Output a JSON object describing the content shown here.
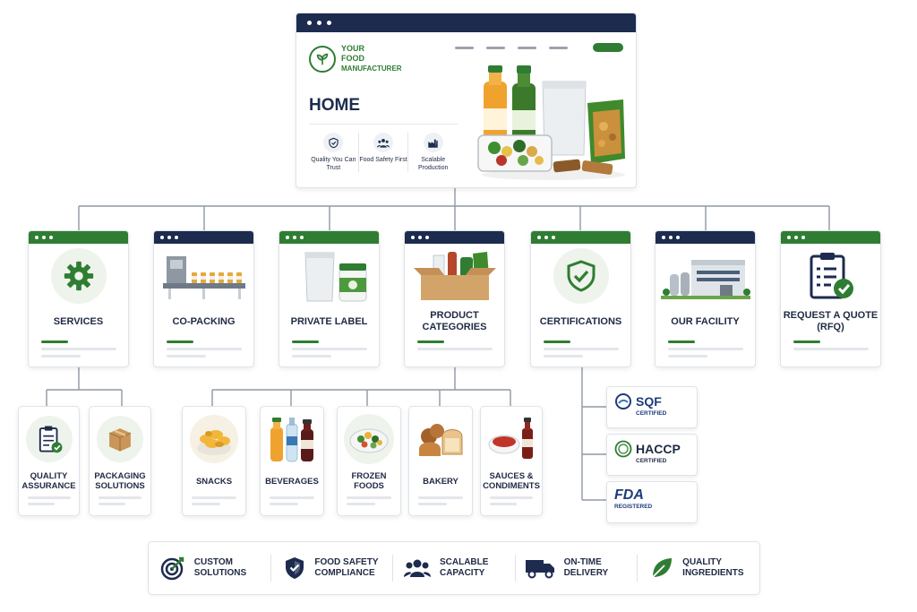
{
  "home": {
    "brand_line1": "YOUR",
    "brand_line2": "FOOD",
    "brand_line3": "MANUFACTURER",
    "title": "HOME",
    "features": [
      {
        "label": "Quality You Can Trust",
        "icon": "shield-check-icon"
      },
      {
        "label": "Food Safety First",
        "icon": "people-icon"
      },
      {
        "label": "Scalable Production",
        "icon": "factory-icon"
      }
    ]
  },
  "sections": [
    {
      "label": "SERVICES",
      "bar": "green",
      "icon": "gear-icon"
    },
    {
      "label": "CO-PACKING",
      "bar": "navy",
      "icon": "conveyor-icon"
    },
    {
      "label": "PRIVATE LABEL",
      "bar": "green",
      "icon": "pouch-jar-icon"
    },
    {
      "label": "PRODUCT CATEGORIES",
      "bar": "navy",
      "icon": "product-box-icon"
    },
    {
      "label": "CERTIFICATIONS",
      "bar": "green",
      "icon": "shield-check-icon"
    },
    {
      "label": "OUR FACILITY",
      "bar": "navy",
      "icon": "facility-icon"
    },
    {
      "label": "REQUEST A QUOTE (RFQ)",
      "bar": "green",
      "icon": "clipboard-check-icon"
    }
  ],
  "services_children": [
    {
      "label": "QUALITY ASSURANCE",
      "icon": "clipboard-check-icon"
    },
    {
      "label": "PACKAGING SOLUTIONS",
      "icon": "box-icon"
    }
  ],
  "category_children": [
    {
      "label": "SNACKS",
      "icon": "chips-bowl-icon"
    },
    {
      "label": "BEVERAGES",
      "icon": "bottles-icon"
    },
    {
      "label": "FROZEN FOODS",
      "icon": "frozen-bowl-icon"
    },
    {
      "label": "BAKERY",
      "icon": "bread-icon"
    },
    {
      "label": "SAUCES & CONDIMENTS",
      "icon": "sauce-icon"
    }
  ],
  "certifications": [
    {
      "name": "SQF",
      "sub": "CERTIFIED",
      "icon": "sqf-logo-icon"
    },
    {
      "name": "HACCP",
      "sub": "CERTIFIED",
      "icon": "haccp-seal-icon"
    },
    {
      "name": "FDA",
      "sub": "REGISTERED",
      "icon": "fda-logo-icon"
    }
  ],
  "bottom_bar": [
    {
      "label": "CUSTOM SOLUTIONS",
      "icon": "target-icon"
    },
    {
      "label": "FOOD SAFETY COMPLIANCE",
      "icon": "shield-check-icon"
    },
    {
      "label": "SCALABLE CAPACITY",
      "icon": "people-icon"
    },
    {
      "label": "ON-TIME DELIVERY",
      "icon": "truck-icon"
    },
    {
      "label": "QUALITY INGREDIENTS",
      "icon": "leaf-icon"
    }
  ],
  "colors": {
    "green": "#2f7d32",
    "navy": "#1d2b4f",
    "gray_line": "#9aa3ae"
  }
}
